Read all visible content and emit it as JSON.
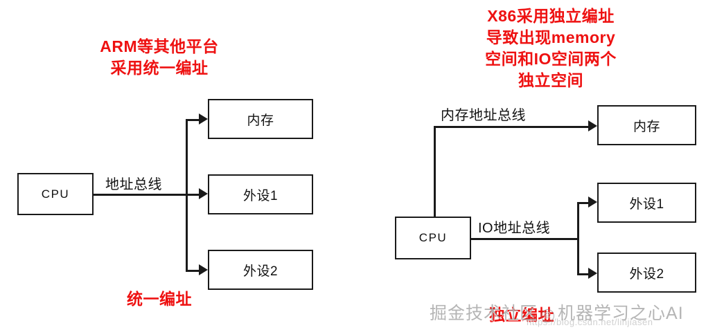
{
  "left_diagram": {
    "title_note": {
      "lines": [
        "ARM等其他平台",
        "采用统一编址"
      ]
    },
    "cpu": {
      "label": "CPU"
    },
    "bus_label": "地址总线",
    "targets": [
      {
        "label": "内存"
      },
      {
        "label": "外设1"
      },
      {
        "label": "外设2"
      }
    ],
    "footer_note": "统一编址"
  },
  "right_diagram": {
    "title_note": {
      "lines": [
        "X86采用独立编址",
        "导致出现memory",
        "空间和IO空间两个",
        "独立空间"
      ]
    },
    "cpu": {
      "label": "CPU"
    },
    "memory_bus_label": "内存地址总线",
    "io_bus_label": "IO地址总线",
    "memory_target": {
      "label": "内存"
    },
    "io_targets": [
      {
        "label": "外设1"
      },
      {
        "label": "外设2"
      }
    ],
    "footer_note": "独立编址"
  },
  "watermark": {
    "source": "掘金技术社区",
    "mark": "@",
    "author": "机器学习之心AI",
    "url": "https://blog.csdn.net/linjiasen"
  },
  "colors": {
    "note_red": "#ee1111",
    "line_black": "#1a1a1a",
    "background": "#ffffff"
  }
}
